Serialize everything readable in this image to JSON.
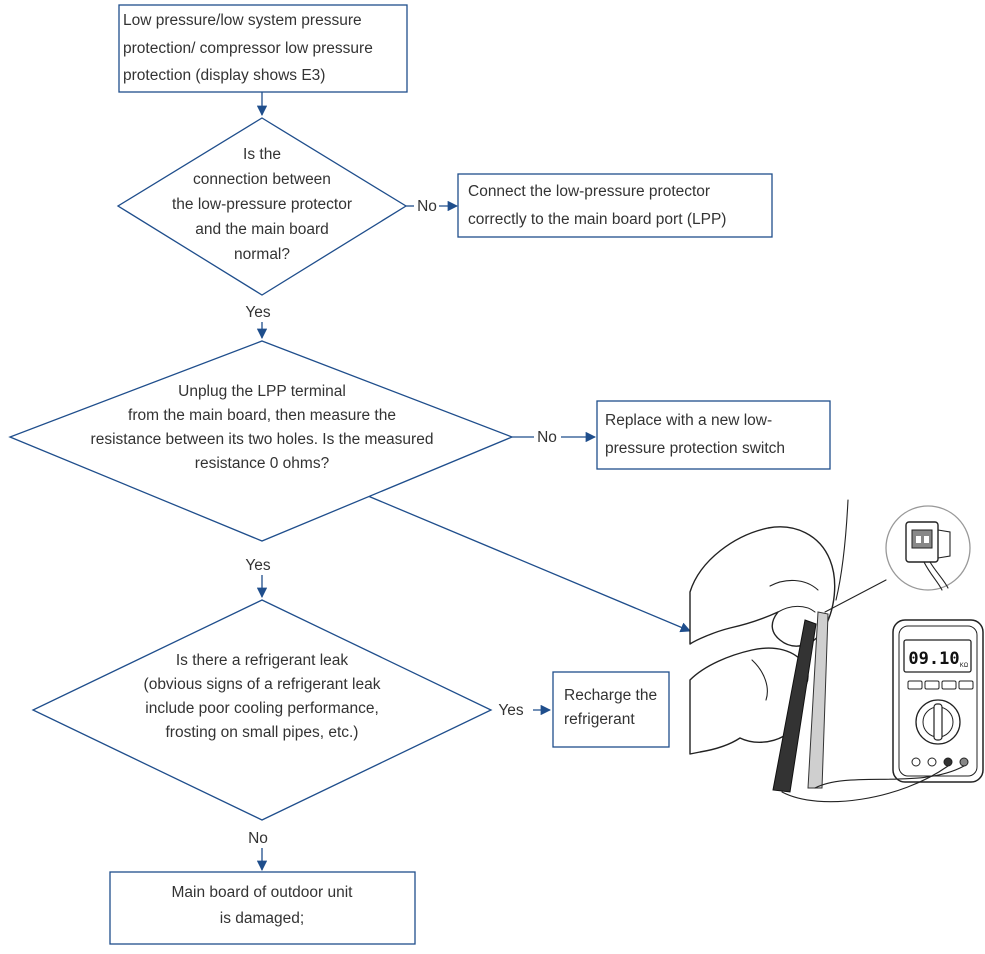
{
  "colors": {
    "line": "#1f4e8c",
    "text": "#333333"
  },
  "nodes": {
    "start": [
      "Low pressure/low system pressure",
      "protection/ compressor low pressure",
      "protection (display shows E3)"
    ],
    "q1": [
      "Is the",
      "connection between",
      "the low-pressure protector",
      "and the main board",
      "normal?"
    ],
    "a1": [
      "Connect the low-pressure protector",
      "correctly to the main board port (LPP)"
    ],
    "q2": [
      "Unplug the LPP terminal",
      "from the main board, then measure the",
      "resistance between its two holes. Is the measured",
      "resistance 0 ohms?"
    ],
    "a2": [
      "Replace with a new low-",
      "pressure protection switch"
    ],
    "q3": [
      "Is there a refrigerant leak",
      "(obvious signs of a refrigerant leak",
      "include poor cooling performance,",
      "frosting on small pipes, etc.)"
    ],
    "a3": [
      "Recharge the",
      "refrigerant"
    ],
    "end": [
      "Main board of outdoor unit",
      "is damaged;"
    ]
  },
  "edge_labels": {
    "q1_no": "No",
    "q1_yes": "Yes",
    "q2_no": "No",
    "q2_yes": "Yes",
    "q3_yes": "Yes",
    "q3_no": "No"
  },
  "illustration": {
    "meter_display": "09.10",
    "meter_unit": "KΩ"
  }
}
